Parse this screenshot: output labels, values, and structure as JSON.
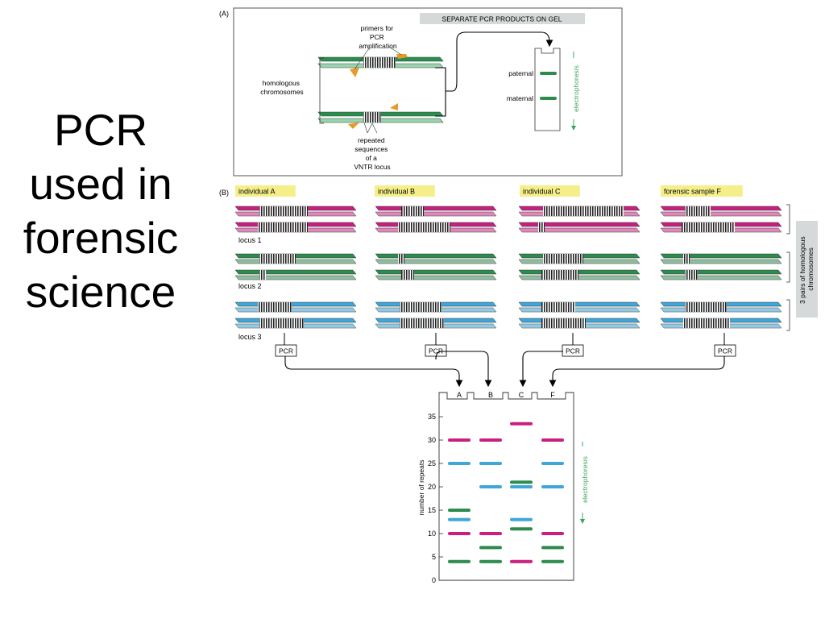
{
  "slide": {
    "title_lines": [
      "PCR",
      "used in",
      "forensic",
      "science"
    ]
  },
  "panel_a": {
    "label": "(A)",
    "header": "SEPARATE PCR PRODUCTS ON GEL",
    "primers_label": [
      "primers for",
      "PCR",
      "amplification"
    ],
    "homologous_label": [
      "homologous",
      "chromosomes"
    ],
    "repeated_label": [
      "repeated",
      "sequences",
      "of a",
      "VNTR locus"
    ],
    "paternal": "paternal",
    "maternal": "maternal",
    "electrophoresis": "electrophoresis"
  },
  "panel_b": {
    "label": "(B)",
    "individuals": [
      "individual A",
      "individual B",
      "individual C",
      "forensic sample F"
    ],
    "loci": [
      "locus 1",
      "locus 2",
      "locus 3"
    ],
    "pairs_label": [
      "3 pairs of homologous",
      "chromosomes"
    ],
    "pcr": "PCR",
    "lanes": [
      "A",
      "B",
      "C",
      "F"
    ],
    "y_axis_label": "number of repeats",
    "electrophoresis": "electrophoresis"
  },
  "colors": {
    "locus1": "#c8207e",
    "locus2": "#2e8b4e",
    "locus3": "#3ea6d8",
    "highlight": "#f5ef8a",
    "header_bg": "#d6d9d9",
    "primer": "#e89a28",
    "electro": "#3fa45c"
  },
  "chart_data": {
    "type": "gel",
    "categories": [
      "A",
      "B",
      "C",
      "F"
    ],
    "ylabel": "number of repeats",
    "ylim": [
      0,
      35
    ],
    "yticks": [
      0,
      5,
      10,
      15,
      20,
      25,
      30,
      35
    ],
    "series": [
      {
        "name": "locus 1",
        "values": [
          [
            10,
            30
          ],
          [
            10,
            30
          ],
          [
            4,
            33.5
          ],
          [
            10,
            30
          ]
        ]
      },
      {
        "name": "locus 2",
        "values": [
          [
            4,
            15
          ],
          [
            4,
            7
          ],
          [
            11,
            21
          ],
          [
            4,
            7
          ]
        ]
      },
      {
        "name": "locus 3",
        "values": [
          [
            13,
            25
          ],
          [
            20,
            25
          ],
          [
            13,
            20
          ],
          [
            20,
            25
          ]
        ]
      }
    ]
  }
}
